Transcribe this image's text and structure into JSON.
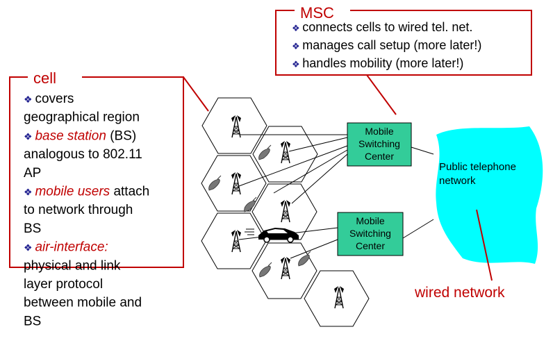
{
  "cell_box": {
    "title": "cell",
    "lines": [
      [
        {
          "t": "❖ ",
          "k": "bullet"
        },
        {
          "t": "covers"
        }
      ],
      [
        {
          "t": "geographical region"
        }
      ],
      [
        {
          "t": "❖ ",
          "k": "bullet"
        },
        {
          "t": "base station",
          "k": "em"
        },
        {
          "t": " (BS)"
        }
      ],
      [
        {
          "t": "analogous to 802.11"
        }
      ],
      [
        {
          "t": "AP"
        }
      ],
      [
        {
          "t": "❖ ",
          "k": "bullet"
        },
        {
          "t": "mobile users",
          "k": "em"
        },
        {
          "t": " attach"
        }
      ],
      [
        {
          "t": "to network through"
        }
      ],
      [
        {
          "t": "BS"
        }
      ],
      [
        {
          "t": "❖ ",
          "k": "bullet"
        },
        {
          "t": "air-interface:",
          "k": "em"
        }
      ],
      [
        {
          "t": "physical and link"
        }
      ],
      [
        {
          "t": "layer protocol"
        }
      ],
      [
        {
          "t": "between mobile and"
        }
      ],
      [
        {
          "t": "BS"
        }
      ]
    ]
  },
  "msc_box": {
    "title": "MSC",
    "bullets": [
      "connects cells to wired tel. net.",
      "manages call setup (more later!)",
      "handles mobility (more later!)"
    ]
  },
  "switch_top": [
    "Mobile",
    "Switching",
    "Center"
  ],
  "switch_bottom": [
    "Mobile",
    "Switching",
    "Center"
  ],
  "cloud": [
    "Public telephone",
    "network"
  ],
  "wired_label": "wired network",
  "colors": {
    "callout_red": "#c00000",
    "switch_fill": "#33cc99",
    "cloud_fill": "#00ffff"
  }
}
